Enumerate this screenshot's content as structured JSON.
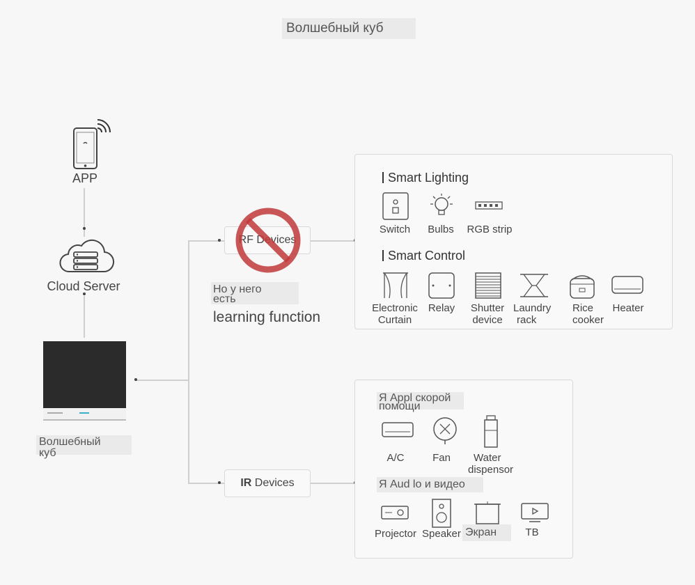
{
  "header": {
    "title": "Волшебный куб"
  },
  "left": {
    "app_label": "APP",
    "cloud_label": "Cloud Server",
    "hub_label": "Волшебный куб"
  },
  "rf": {
    "label": "RF Devices",
    "note_line1": "Но у него",
    "note_line2": "есть",
    "note_line3": "learning function",
    "smart_lighting": {
      "title": "Smart Lighting",
      "items": [
        "Switch",
        "Bulbs",
        "RGB strip"
      ]
    },
    "smart_control": {
      "title": "Smart Control",
      "items": [
        {
          "l1": "Electronic",
          "l2": "Curtain"
        },
        {
          "l1": "Relay",
          "l2": ""
        },
        {
          "l1": "Shutter",
          "l2": "device"
        },
        {
          "l1": "Laundry",
          "l2": "rack"
        },
        {
          "l1": "Rice",
          "l2": "cooker"
        },
        {
          "l1": "Heater",
          "l2": ""
        }
      ]
    }
  },
  "ir": {
    "label_prefix": "IR",
    "label_suffix": "Devices",
    "appliances": {
      "title_line1": "Я Appl скорой",
      "title_line2": "помощи",
      "items": [
        {
          "l1": "A/C",
          "l2": ""
        },
        {
          "l1": "Fan",
          "l2": ""
        },
        {
          "l1": "Water",
          "l2": "dispensor"
        }
      ]
    },
    "av": {
      "title": "Я Aud lo и видео",
      "items": [
        "Projector",
        "Speaker",
        "Экран",
        "TB"
      ]
    }
  }
}
